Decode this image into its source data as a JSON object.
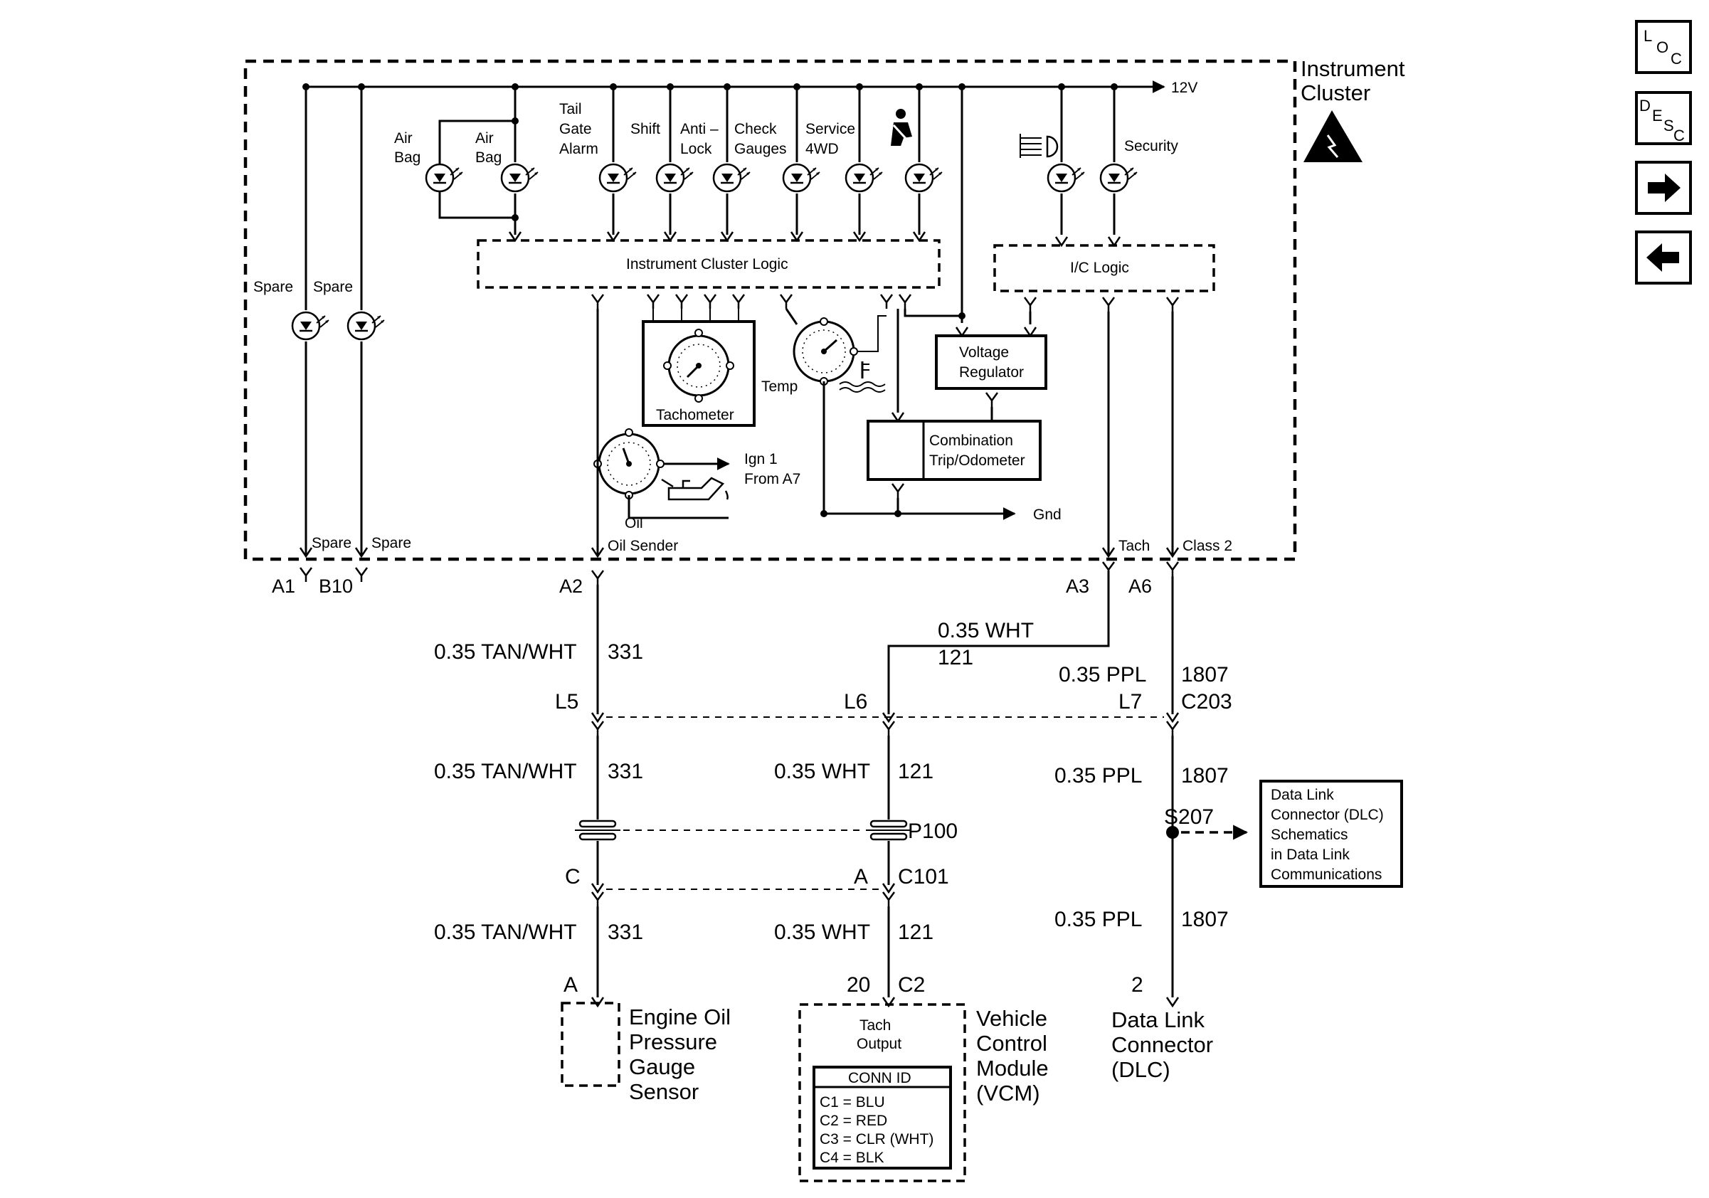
{
  "nav": {
    "loc": {
      "l": "L",
      "o": "O",
      "c": "C"
    },
    "desc": {
      "d": "D",
      "e": "E",
      "s": "S",
      "c": "C"
    }
  },
  "cluster": {
    "title_line1": "Instrument",
    "title_line2": "Cluster",
    "supply": "12V",
    "spare": "Spare",
    "airbag1": [
      "Air",
      "Bag"
    ],
    "airbag2": [
      "Air",
      "Bag"
    ],
    "tailgate": [
      "Tail",
      "Gate",
      "Alarm"
    ],
    "shift": "Shift",
    "antilock": [
      "Anti –",
      "Lock"
    ],
    "check": [
      "Check",
      "Gauges"
    ],
    "service": [
      "Service",
      "4WD"
    ],
    "security": "Security",
    "logic": "Instrument Cluster Logic",
    "ic_logic": "I/C Logic",
    "tachometer": "Tachometer",
    "temp": "Temp",
    "voltage_regulator": [
      "Voltage",
      "Regulator"
    ],
    "combination": [
      "Combination",
      "Trip/Odometer"
    ],
    "ign": [
      "Ign 1",
      "From A7"
    ],
    "gnd": "Gnd",
    "oil": "Oil",
    "oil_sender": "Oil Sender",
    "tach": "Tach",
    "class2": "Class 2"
  },
  "pins": {
    "a1": "A1",
    "b10": "B10",
    "a2": "A2",
    "a3": "A3",
    "a6": "A6"
  },
  "wires": {
    "tan": "0.35 TAN/WHT",
    "c331": "331",
    "wht": "0.35 WHT",
    "c121": "121",
    "ppl": "0.35 PPL",
    "c1807": "1807"
  },
  "connectors": {
    "l5": "L5",
    "l6": "L6",
    "l7": "L7",
    "c203": "C203",
    "p100": "P100",
    "c": "C",
    "a": "A",
    "c101": "C101",
    "s207": "S207",
    "pin_a": "A",
    "pin20": "20",
    "c2": "C2",
    "pin2": "2"
  },
  "dlc_ref": [
    "Data Link",
    "Connector (DLC)",
    "Schematics",
    "in Data Link",
    "Communications"
  ],
  "oil_sensor": [
    "Engine Oil",
    "Pressure",
    "Gauge",
    "Sensor"
  ],
  "vcm": {
    "title": [
      "Vehicle",
      "Control",
      "Module",
      "(VCM)"
    ],
    "output": [
      "Tach",
      "Output"
    ],
    "conn_id": "CONN ID",
    "conns": [
      "C1 = BLU",
      "C2 = RED",
      "C3 = CLR (WHT)",
      "C4 = BLK"
    ]
  },
  "dlc": [
    "Data Link",
    "Connector",
    "(DLC)"
  ]
}
